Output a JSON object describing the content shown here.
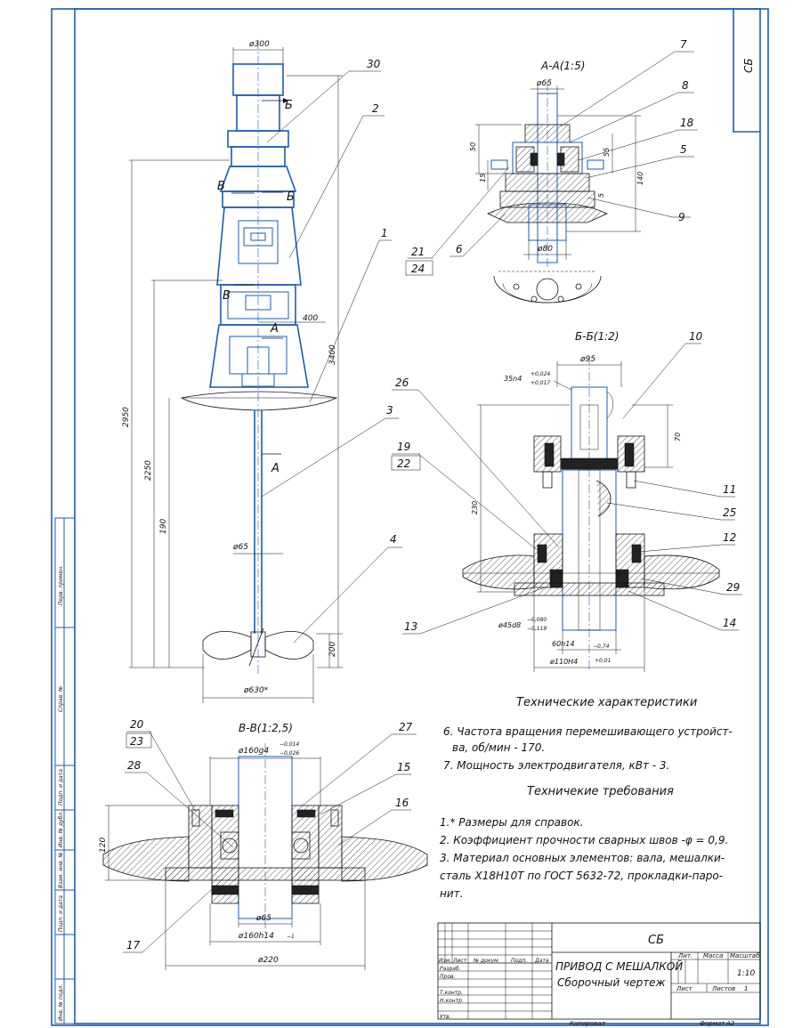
{
  "doc_code": "СБ",
  "views": {
    "main": {
      "dim_top": "ø300",
      "dim_height_total": "2950",
      "dim_height_mid": "2250",
      "dim_height_low": "190",
      "dim_right": "3400",
      "dim_arm": "400",
      "dim_shaft": "ø65",
      "dim_bottom": "200",
      "dim_impeller": "ø630*",
      "cut_b": "Б",
      "cut_v": "В",
      "cut_a": "А"
    },
    "aa": {
      "title": "А-А(1:5)",
      "dim_top": "ø65",
      "dim_50": "50",
      "dim_55": "55",
      "dim_15": "15",
      "dim_140": "140",
      "dim_5": "5",
      "dim_bottom": "ø80"
    },
    "bb": {
      "title": "Б-Б(1:2)",
      "dim_top": "ø95",
      "fit_35": "35n4",
      "fit_35_up": "+0,024",
      "fit_35_lo": "+0,017",
      "dim_70": "70",
      "dim_230": "230",
      "fit_45": "ø45d8",
      "fit_45_up": "−0,080",
      "fit_45_lo": "−0,119",
      "fit_60": "60h14",
      "fit_60_tol": "−0,74",
      "fit_110": "ø110H4",
      "fit_110_tol": "+0,01"
    },
    "vv": {
      "title": "В-В(1:2,5)",
      "fit_top": "ø160g4",
      "fit_top_up": "−0,014",
      "fit_top_lo": "−0,026",
      "dim_120": "120",
      "dim_65": "ø65",
      "fit_bottom": "ø160h14",
      "fit_bottom_tol": "−1",
      "dim_220": "ø220"
    }
  },
  "leaders": {
    "main": [
      "30",
      "2",
      "1",
      "3",
      "4"
    ],
    "aa": [
      "7",
      "8",
      "18",
      "5",
      "9",
      "6"
    ],
    "aa_boxed_top": "21",
    "aa_boxed_bottom": "24",
    "bb": [
      "10",
      "26",
      "11",
      "25",
      "12",
      "29",
      "13",
      "14"
    ],
    "bb_boxed_top": "19",
    "bb_boxed_bottom": "22",
    "vv": [
      "27",
      "15",
      "16",
      "28",
      "17"
    ],
    "vv_boxed_top": "20",
    "vv_boxed_bottom": "23"
  },
  "tech_chars": {
    "title": "Технические характеристики",
    "lines": [
      "6. Частота вращения перемешивающего устройст-",
      "ва, об/мин - 170.",
      "7. Мощность электродвигателя, кВт - 3."
    ]
  },
  "tech_reqs": {
    "title": "Техничекие требования",
    "lines": [
      "1.* Размеры для справок.",
      "2. Коэффициент прочности сварных швов -φ = 0,9.",
      "3. Материал основных элементов: вала, мешалки-",
      "сталь Х18Н10Т по ГОСТ 5632-72, прокладки-паро-",
      "нит."
    ]
  },
  "title_block": {
    "code": "СБ",
    "name_line1": "ПРИВОД С МЕШАЛКОЙ",
    "name_line2": "Сборочный чертеж",
    "col_lit": "Лит.",
    "col_mass": "Масса",
    "col_scale": "Масштаб",
    "scale": "1:10",
    "sheet": "Лист",
    "sheets": "Листов",
    "sheets_count": "1",
    "row_labels": [
      "Изм.",
      "Лист",
      "№ докум.",
      "Подп.",
      "Дата"
    ],
    "roles": [
      "Разраб.",
      "Пров.",
      "Т.контр.",
      "Н.контр.",
      "Утв."
    ],
    "copied": "Копировал",
    "format": "Формат",
    "format_value": "А2"
  },
  "side_strip": [
    "Перв. примен.",
    "Справ. №",
    "Подп. и дата",
    "Инв. № дубл.",
    "Взам. инв. №",
    "Подп. и дата",
    "Инв. № подл."
  ]
}
